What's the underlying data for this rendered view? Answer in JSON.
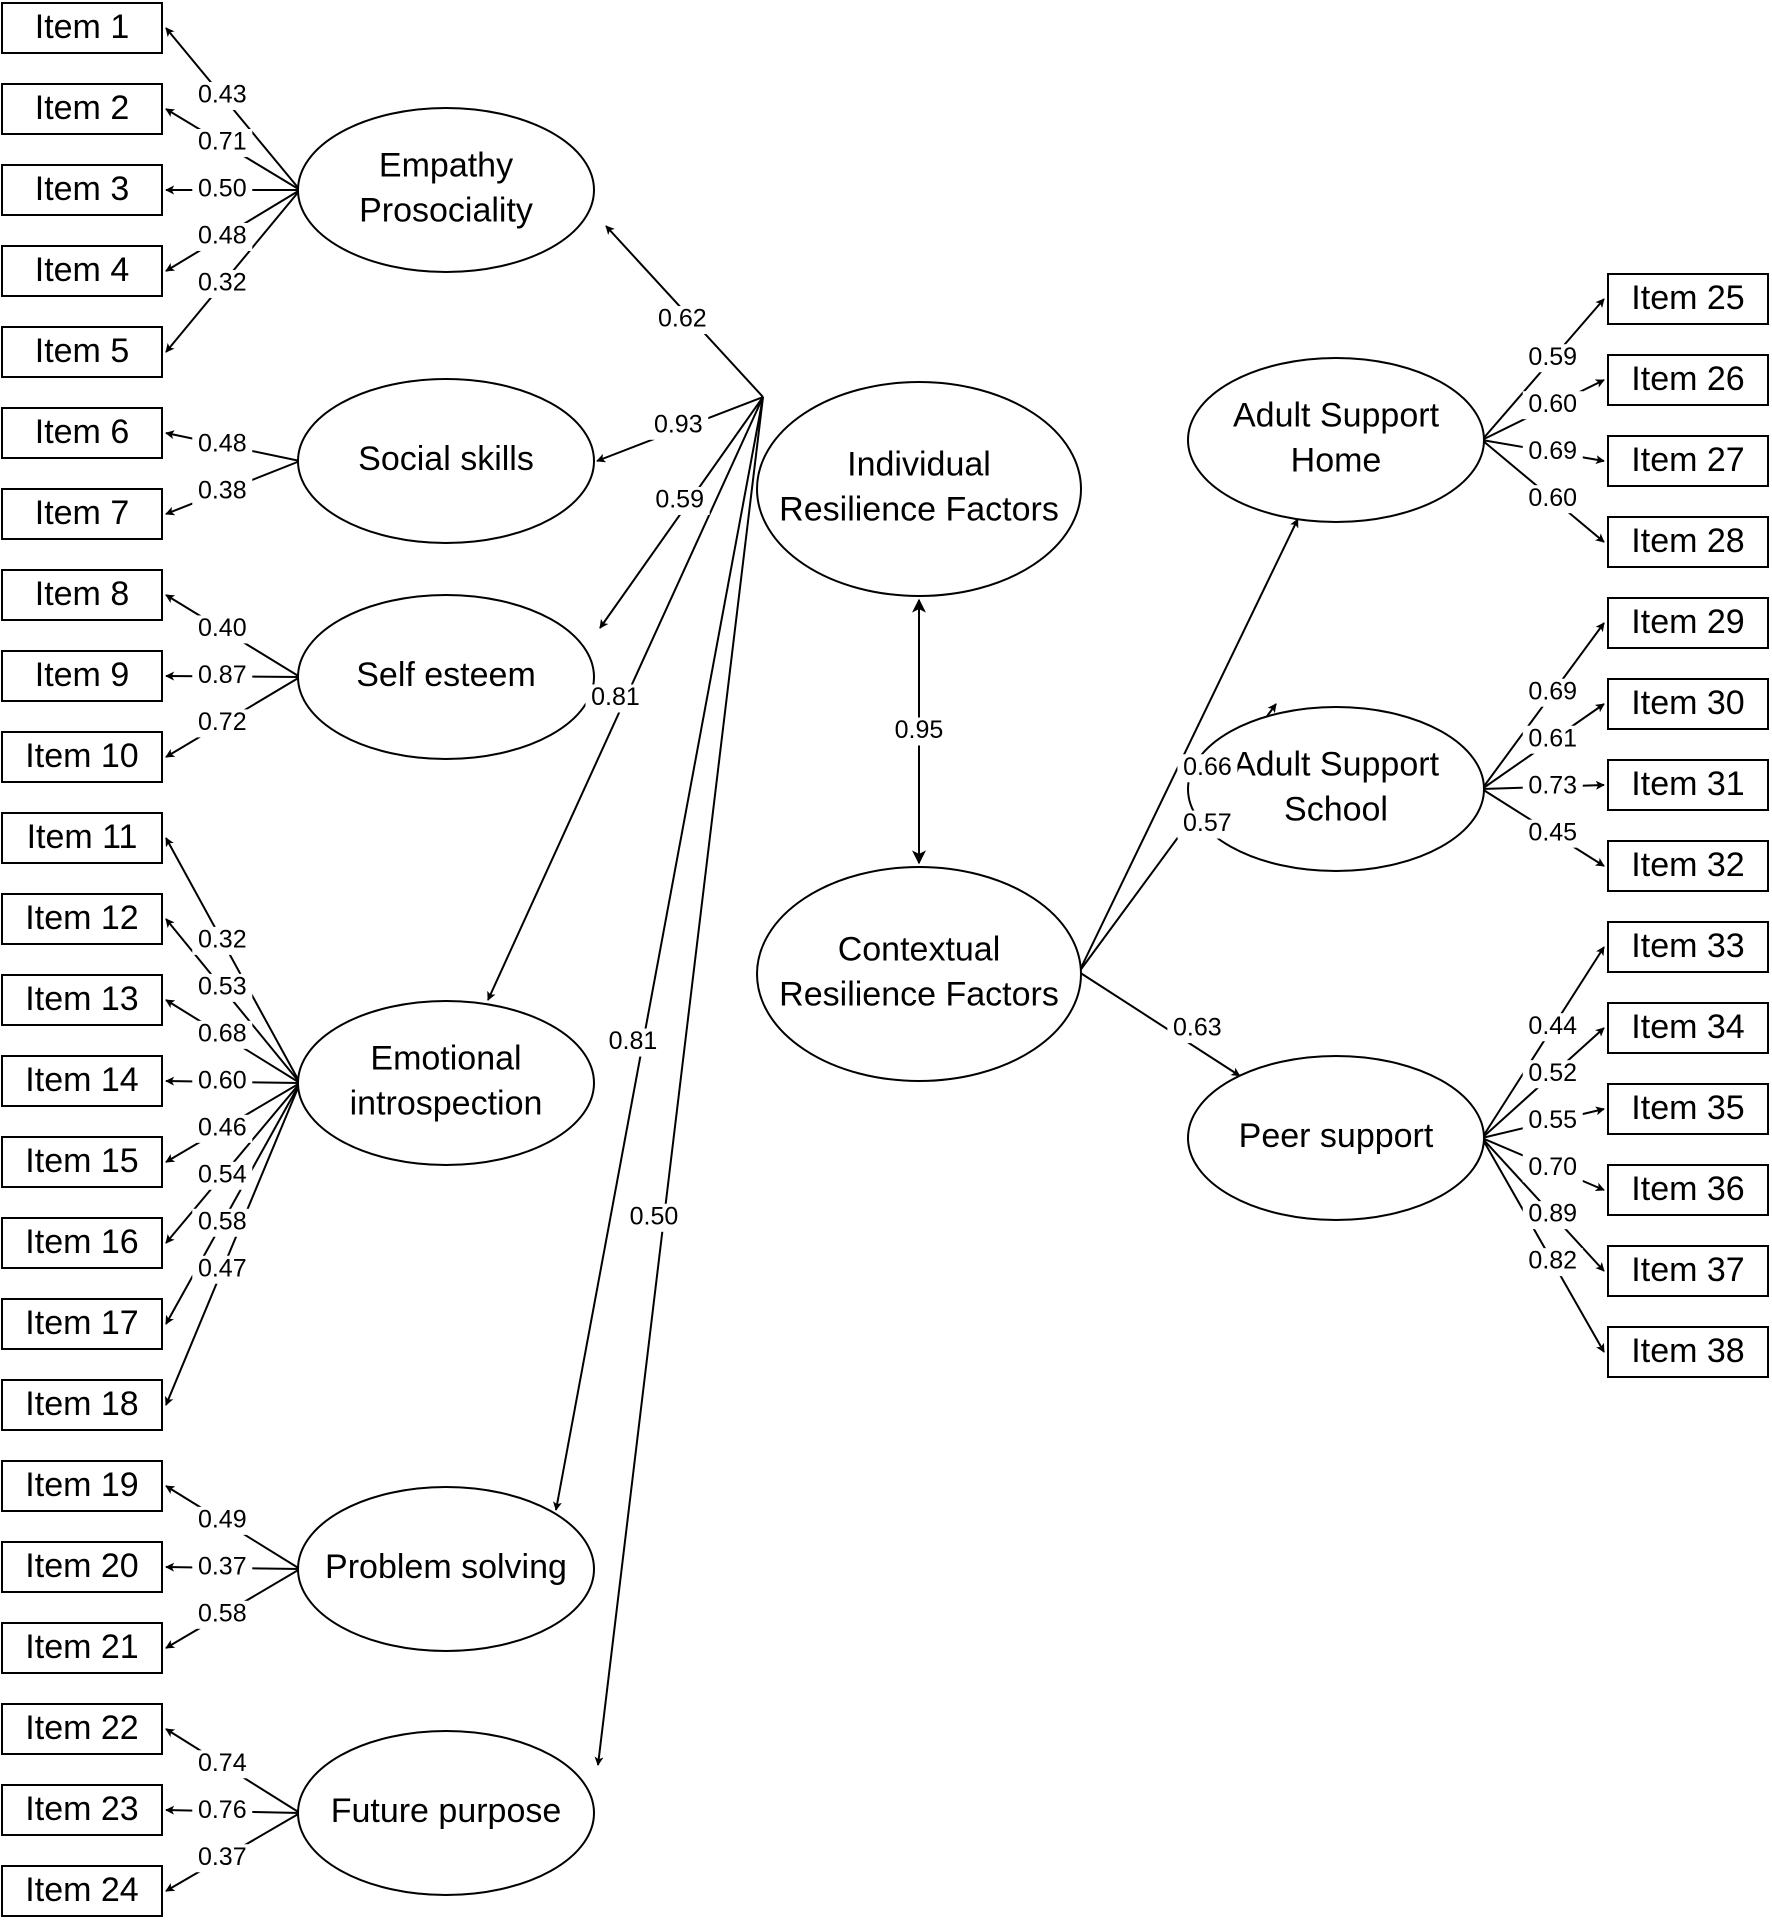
{
  "items": [
    "Item 1",
    "Item 2",
    "Item 3",
    "Item 4",
    "Item 5",
    "Item 6",
    "Item 7",
    "Item 8",
    "Item 9",
    "Item 10",
    "Item 11",
    "Item 12",
    "Item 13",
    "Item 14",
    "Item 15",
    "Item 16",
    "Item 17",
    "Item 18",
    "Item 19",
    "Item 20",
    "Item 21",
    "Item 22",
    "Item 23",
    "Item 24",
    "Item 25",
    "Item 26",
    "Item 27",
    "Item 28",
    "Item 29",
    "Item 30",
    "Item 31",
    "Item 32",
    "Item 33",
    "Item 34",
    "Item 35",
    "Item 36",
    "Item 37",
    "Item 38"
  ],
  "factors": {
    "empathy": [
      "Empathy",
      "Prosociality"
    ],
    "social": [
      "Social skills"
    ],
    "selfesteem": [
      "Self esteem"
    ],
    "emotional": [
      "Emotional",
      "introspection"
    ],
    "problem": [
      "Problem solving"
    ],
    "future": [
      "Future purpose"
    ],
    "individual": [
      "Individual",
      "Resilience Factors"
    ],
    "contextual": [
      "Contextual",
      "Resilience Factors"
    ],
    "home": [
      "Adult Support",
      "Home"
    ],
    "school": [
      "Adult Support",
      "School"
    ],
    "peer": [
      "Peer support"
    ]
  },
  "structural": {
    "empathy": "0.62",
    "social": "0.93",
    "selfesteem": "0.59",
    "emotional": "0.81",
    "problem": "0.81",
    "future": "0.50",
    "home": "0.66",
    "school": "0.57",
    "peer": "0.63",
    "correlation": "0.95"
  },
  "loadings": {
    "empathy": [
      "0.43",
      "0.71",
      "0.50",
      "0.48",
      "0.32"
    ],
    "social": [
      "0.48",
      "0.38"
    ],
    "selfesteem": [
      "0.40",
      "0.87",
      "0.72"
    ],
    "emotional": [
      "0.32",
      "0.53",
      "0.68",
      "0.60",
      "0.46",
      "0.54",
      "0.58",
      "0.47"
    ],
    "problem": [
      "0.49",
      "0.37",
      "0.58"
    ],
    "future": [
      "0.74",
      "0.76",
      "0.37"
    ],
    "home": [
      "0.59",
      "0.60",
      "0.69",
      "0.60"
    ],
    "school": [
      "0.69",
      "0.61",
      "0.73",
      "0.45"
    ],
    "peer": [
      "0.44",
      "0.52",
      "0.55",
      "0.70",
      "0.89",
      "0.82"
    ]
  }
}
